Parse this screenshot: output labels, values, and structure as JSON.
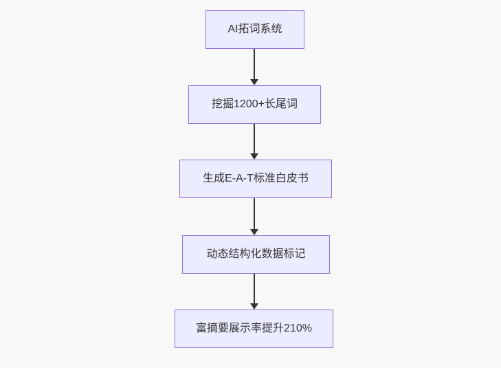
{
  "diagram": {
    "type": "flowchart",
    "direction": "top-down",
    "nodes": [
      {
        "id": "n1",
        "label": "AI拓词系统"
      },
      {
        "id": "n2",
        "label": "挖掘1200+长尾词"
      },
      {
        "id": "n3",
        "label": "生成E-A-T标准白皮书"
      },
      {
        "id": "n4",
        "label": "动态结构化数据标记"
      },
      {
        "id": "n5",
        "label": "富摘要展示率提升210%"
      }
    ],
    "edges": [
      {
        "from": "n1",
        "to": "n2"
      },
      {
        "from": "n2",
        "to": "n3"
      },
      {
        "from": "n3",
        "to": "n4"
      },
      {
        "from": "n4",
        "to": "n5"
      }
    ],
    "colors": {
      "background": "#f8f8f8",
      "node_fill": "#ececff",
      "node_border": "#9370db",
      "node_text": "#333333",
      "arrow": "#333333"
    }
  }
}
